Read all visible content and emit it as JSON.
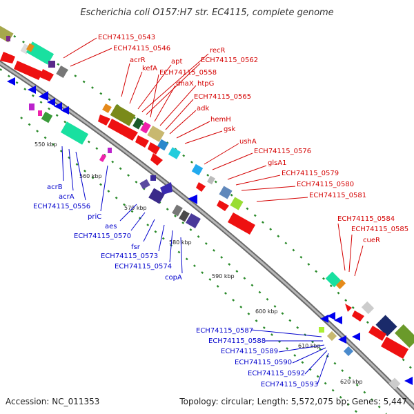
{
  "title": "Escherichia coli O157:H7 str. EC4115, complete genome",
  "footer": {
    "accession": "Accession: NC_011353",
    "summary": "Topology: circular; Length: 5,572,075 bp; Genes: 5,447"
  },
  "colors": {
    "forward_label": "#d40000",
    "reverse_label": "#0000cc",
    "backbone": "#8c8c8c",
    "tick": "#228822"
  },
  "ticks": [
    "550 kbp",
    "560 kbp",
    "570 kbp",
    "580 kbp",
    "590 kbp",
    "600 kbp",
    "610 kbp",
    "620 kbp"
  ],
  "forward_genes": [
    "ECH74115_0543",
    "ECH74115_0546",
    "acrR",
    "kefA",
    "apt",
    "recR",
    "ECH74115_0562",
    "ECH74115_0558",
    "dnaX",
    "htpG",
    "ECH74115_0565",
    "adk",
    "hemH",
    "gsk",
    "ushA",
    "ECH74115_0576",
    "glsA1",
    "ECH74115_0579",
    "ECH74115_0580",
    "ECH74115_0581",
    "ECH74115_0584",
    "ECH74115_0585",
    "cueR"
  ],
  "reverse_genes": [
    "acrB",
    "acrA",
    "ECH74115_0556",
    "priC",
    "aes",
    "ECH74115_0570",
    "fsr",
    "ECH74115_0573",
    "ECH74115_0574",
    "copA",
    "ECH74115_0587",
    "ECH74115_0588",
    "ECH74115_0589",
    "ECH74115_0590",
    "ECH74115_0592",
    "ECH74115_0593"
  ]
}
